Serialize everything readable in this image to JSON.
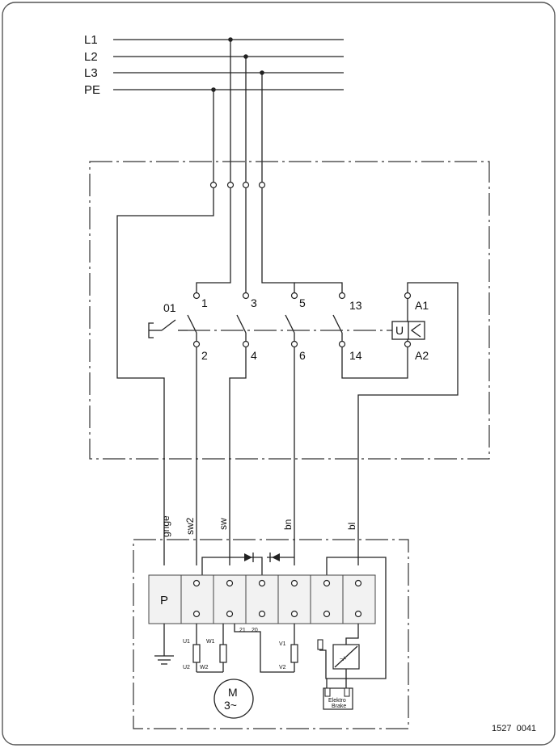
{
  "supply": {
    "lines": [
      "L1",
      "L2",
      "L3",
      "PE"
    ]
  },
  "contactor": {
    "main_switch": "01",
    "contacts_top": [
      "1",
      "3",
      "5",
      "13"
    ],
    "contacts_bottom": [
      "2",
      "4",
      "6",
      "14"
    ],
    "coil_symbol": "U",
    "coil_top": "A1",
    "coil_bottom": "A2"
  },
  "wires": {
    "colors": [
      "gnge",
      "sw2",
      "sw",
      "bn",
      "bl"
    ]
  },
  "terminal_box": {
    "pe_terminal": "P",
    "winding_labels": [
      "U1",
      "W1",
      "U2",
      "W2",
      "V1",
      "V2"
    ],
    "aux_labels": [
      "21",
      "20"
    ],
    "rectifier_symbol": "~/-",
    "brake_label_1": "Elektro",
    "brake_label_2": "Brake"
  },
  "motor": {
    "label": "M",
    "phase": "3~"
  },
  "figure_id": "1527  0041"
}
